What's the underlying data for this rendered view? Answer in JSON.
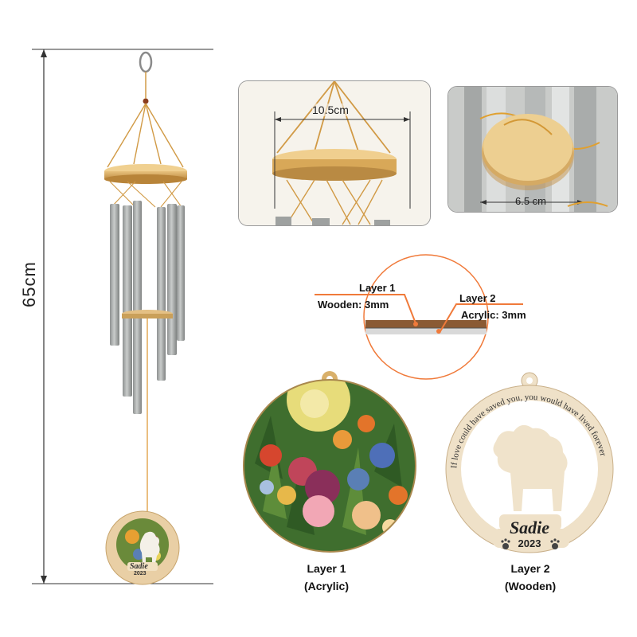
{
  "dimensions": {
    "total_height": "65cm",
    "ring_diameter": "10.5cm",
    "disc_diameter": "6.5 cm"
  },
  "layers": {
    "layer1_title": "Layer 1",
    "layer1_material": "Wooden: 3mm",
    "layer2_title": "Layer 2",
    "layer2_material": "Acrylic: 3mm"
  },
  "ornament": {
    "inscription": "If love could have saved you, you would have lived forever",
    "name": "Sadie",
    "year": "2023"
  },
  "captions": {
    "acrylic_title": "Layer 1",
    "acrylic_sub": "(Acrylic)",
    "wooden_title": "Layer 2",
    "wooden_sub": "(Wooden)"
  },
  "colors": {
    "wood": "#d9b06a",
    "metal": "#a8abab",
    "accent_orange": "#f07a3a",
    "cord": "#e0a24a"
  }
}
